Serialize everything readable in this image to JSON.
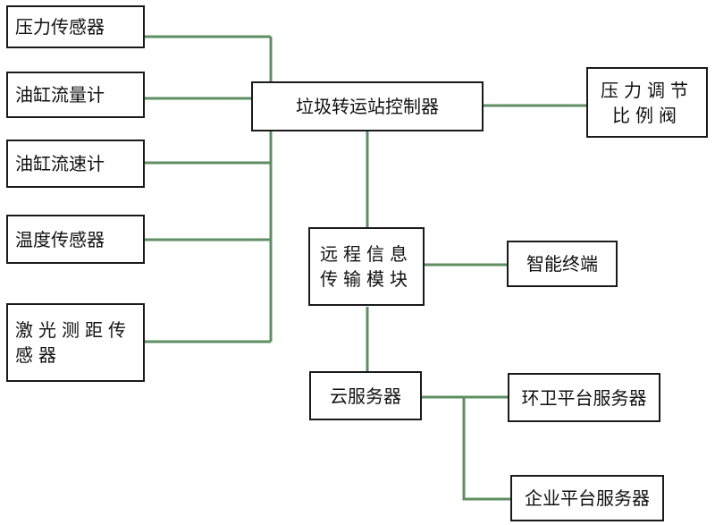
{
  "sensors": {
    "pressure": "压力传感器",
    "oil_flow_volume": "油缸流量计",
    "oil_flow_speed": "油缸流速计",
    "temperature": "温度传感器",
    "laser_line1": "激光测距传",
    "laser_line2": "感器"
  },
  "controller": "垃圾转运站控制器",
  "valve": {
    "line1": "压力调节",
    "line2": "比例阀"
  },
  "remote_module": {
    "line1": "远程信息",
    "line2": "传输模块"
  },
  "smart_terminal": "智能终端",
  "cloud_server": "云服务器",
  "sanitation_server": "环卫平台服务器",
  "enterprise_server": "企业平台服务器",
  "colors": {
    "connector": "#5e8f63",
    "box_border": "#1a1a1a"
  }
}
